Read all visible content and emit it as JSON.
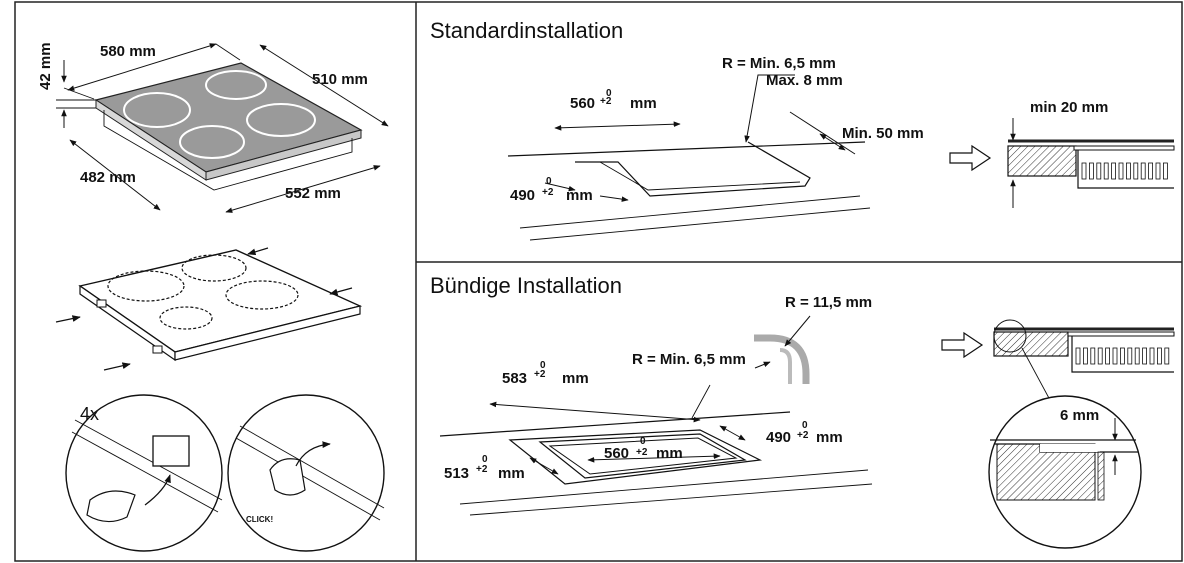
{
  "left_panel": {
    "dimensions": {
      "width": "580 mm",
      "depth_top": "510 mm",
      "height": "42 mm",
      "cutout_depth": "482 mm",
      "cutout_width": "552 mm"
    },
    "clip_count": "4x",
    "click_label": "CLICK!"
  },
  "standard": {
    "title": "Standardinstallation",
    "radius_line1": "R = Min. 6,5 mm",
    "radius_line2": "Max. 8 mm",
    "width_value": "560",
    "width_tol_top": "0",
    "width_tol_bottom": "+2",
    "width_unit": "mm",
    "depth_value": "490",
    "depth_tol_top": "0",
    "depth_tol_bottom": "+2",
    "depth_unit": "mm",
    "min_distance": "Min. 50 mm",
    "min_thickness": "min 20 mm"
  },
  "flush": {
    "title": "Bündige Installation",
    "outer_radius": "R = 11,5 mm",
    "inner_radius": "R = Min. 6,5 mm",
    "outer_width_value": "583",
    "outer_width_tol_top": "0",
    "outer_width_tol_bottom": "+2",
    "outer_width_unit": "mm",
    "inner_width_value": "560",
    "inner_width_tol_top": "0",
    "inner_width_tol_bottom": "+2",
    "inner_width_unit": "mm",
    "outer_depth_value": "513",
    "outer_depth_tol_top": "0",
    "outer_depth_tol_bottom": "+2",
    "outer_depth_unit": "mm",
    "inner_depth_value": "490",
    "inner_depth_tol_top": "0",
    "inner_depth_tol_bottom": "+2",
    "inner_depth_unit": "mm",
    "step_depth": "6 mm"
  }
}
